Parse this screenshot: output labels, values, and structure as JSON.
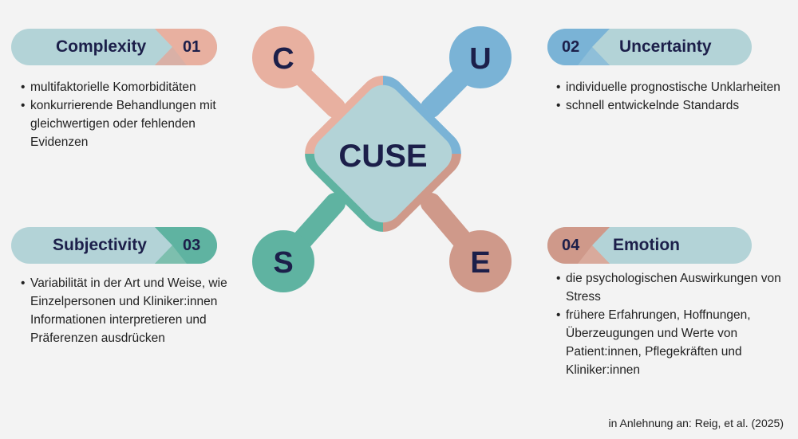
{
  "center": {
    "label": "CUSE",
    "letters": [
      "C",
      "U",
      "S",
      "E"
    ]
  },
  "colors": {
    "c": "#e8b0a0",
    "u": "#7ab3d6",
    "s": "#5fb3a1",
    "e": "#cf998a",
    "core": "#b3d3d7",
    "text": "#1c1f4a"
  },
  "sections": [
    {
      "title": "Complexity",
      "num": "01",
      "bullets": [
        "multifaktorielle Komorbiditäten",
        "konkurrierende Behandlungen mit gleichwertigen oder fehlenden Evidenzen"
      ]
    },
    {
      "title": "Uncertainty",
      "num": "02",
      "bullets": [
        "individuelle prognostische Unklarheiten",
        "schnell entwickelnde Standards"
      ]
    },
    {
      "title": "Subjectivity",
      "num": "03",
      "bullets": [
        "Variabilität in der Art und Weise, wie Einzelpersonen und Kliniker:innen Informationen interpretieren und Präferenzen ausdrücken"
      ]
    },
    {
      "title": "Emotion",
      "num": "04",
      "bullets": [
        "die psychologischen Auswirkungen von Stress",
        "frühere Erfahrungen, Hoffnungen, Überzeugungen und Werte von Patient:innen, Pflegekräften und Kliniker:innen"
      ]
    }
  ],
  "citation": "in Anlehnung an: Reig, et al. (2025)"
}
